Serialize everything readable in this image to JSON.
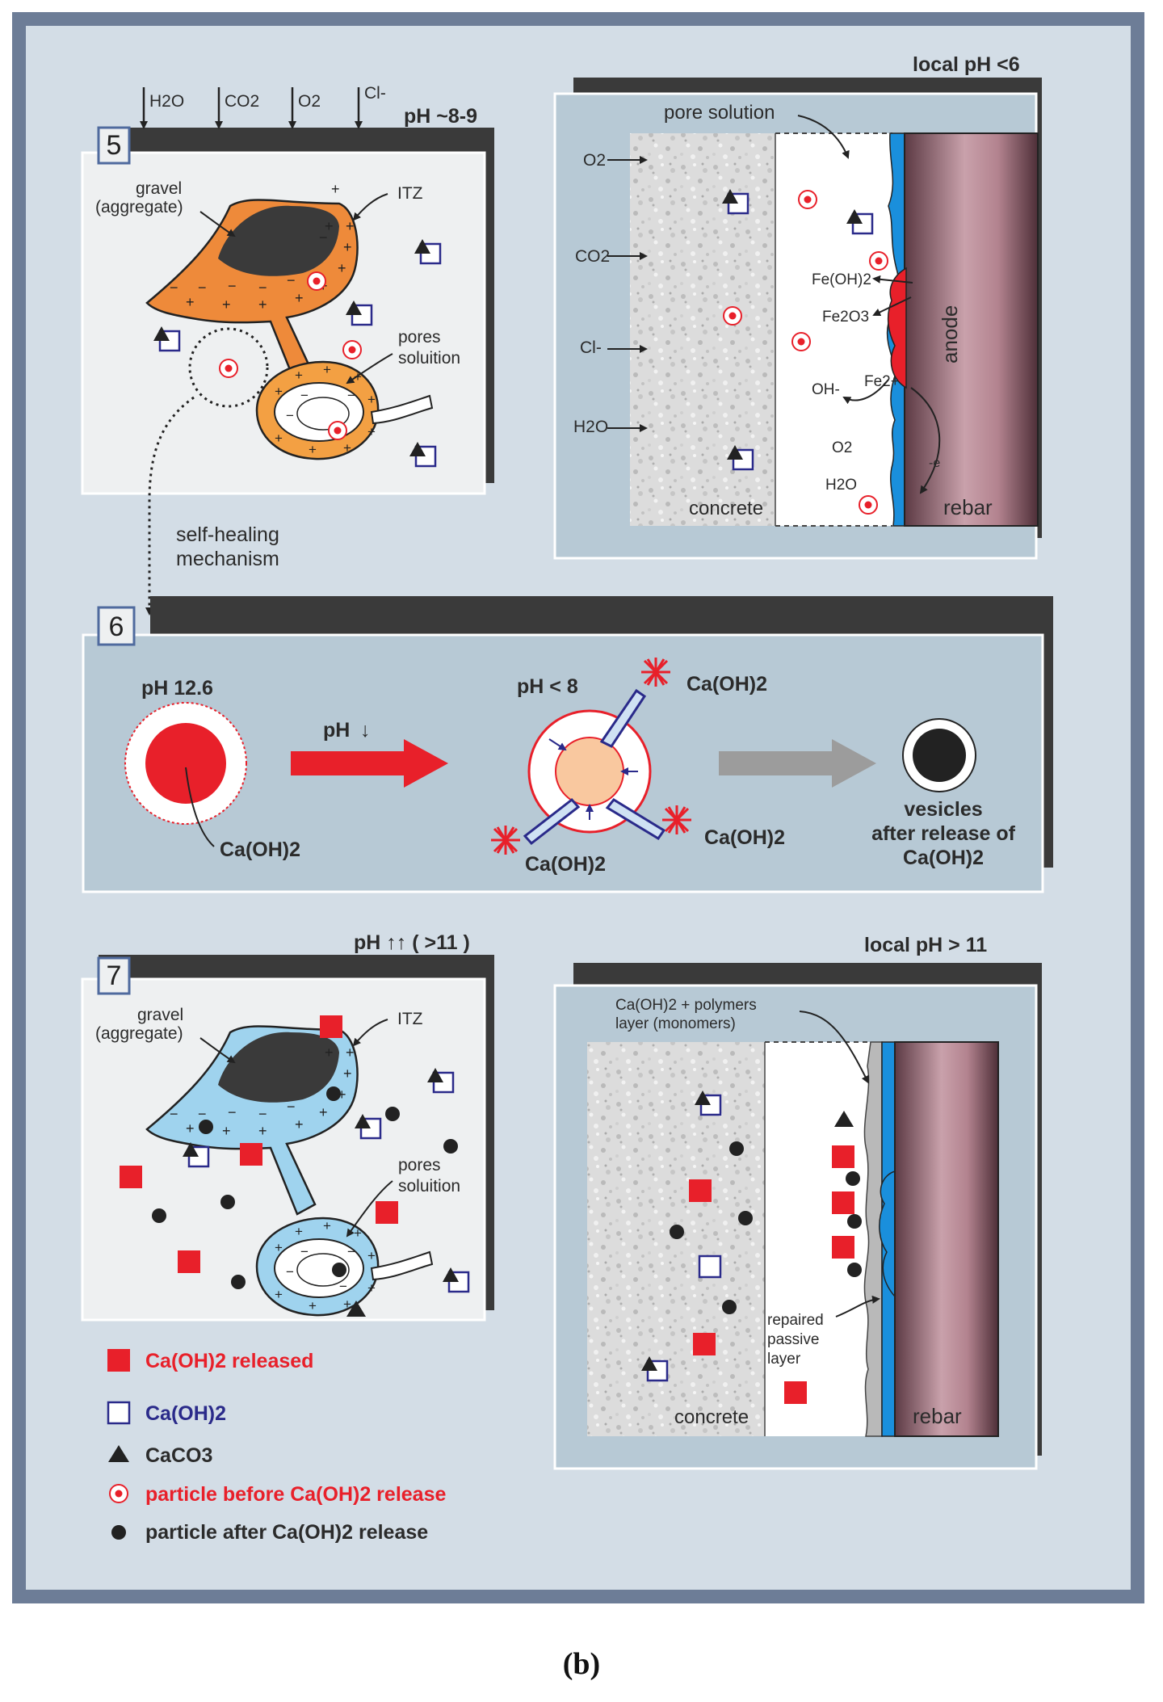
{
  "panel5": {
    "number": "5",
    "gases": [
      "H2O",
      "CO2",
      "O2",
      "Cl-"
    ],
    "ph": "pH ~8-9",
    "gravel": "gravel",
    "aggregate": "(aggregate)",
    "itz": "ITZ",
    "pores": "pores",
    "solution": "soluition"
  },
  "self_healing": [
    "self-healing",
    "mechanism"
  ],
  "corrosion": {
    "local_ph": "local pH <6",
    "pore_solution": "pore solution",
    "o2": "O2",
    "co2": "CO2",
    "cl": "Cl-",
    "h2o": "H2O",
    "feoh2": "Fe(OH)2",
    "fe2o3": "Fe2O3",
    "oh": "OH-",
    "fe2": "Fe2+",
    "o2b": "O2",
    "h2ob": "H2O",
    "e": "-e",
    "anode": "anode",
    "concrete": "concrete",
    "rebar": "rebar"
  },
  "panel6": {
    "number": "6",
    "ph126": "pH 12.6",
    "phdown": "pH",
    "phlt8": "pH < 8",
    "caoh2": "Ca(OH)2",
    "vesicles": [
      "vesicles",
      "after release of",
      "Ca(OH)2"
    ]
  },
  "panel7": {
    "number": "7",
    "ph": "pH ↑↑ ( >11 )",
    "gravel": "gravel",
    "aggregate": "(aggregate)",
    "itz": "ITZ",
    "pores": "pores",
    "solution": "soluition"
  },
  "repair": {
    "local_ph": "local pH  > 11",
    "layer1": "Ca(OH)2 + polymers",
    "layer2": "layer (monomers)",
    "repaired": [
      "repaired",
      "passive",
      "layer"
    ],
    "concrete": "concrete",
    "rebar": "rebar"
  },
  "legend": [
    {
      "symbol": "red-square",
      "text": "Ca(OH)2 released"
    },
    {
      "symbol": "open-square",
      "text": "Ca(OH)2"
    },
    {
      "symbol": "triangle",
      "text": "CaCO3"
    },
    {
      "symbol": "red-ring",
      "text": "particle before Ca(OH)2 release"
    },
    {
      "symbol": "black-dot",
      "text": "particle after Ca(OH)2 release"
    }
  ],
  "caption": "(b)",
  "colors": {
    "frame": "#6d7d97",
    "background": "#d3dde6",
    "panel": "#eef0f1",
    "shadow": "#3a3a3a",
    "itz_orange": "#ee8a3a",
    "itz_blue": "#9fd3ee",
    "red": "#e8202a",
    "steel_blue": "#1a8fdc",
    "rebar": "#b3838f",
    "navy": "#2a2a8a"
  }
}
